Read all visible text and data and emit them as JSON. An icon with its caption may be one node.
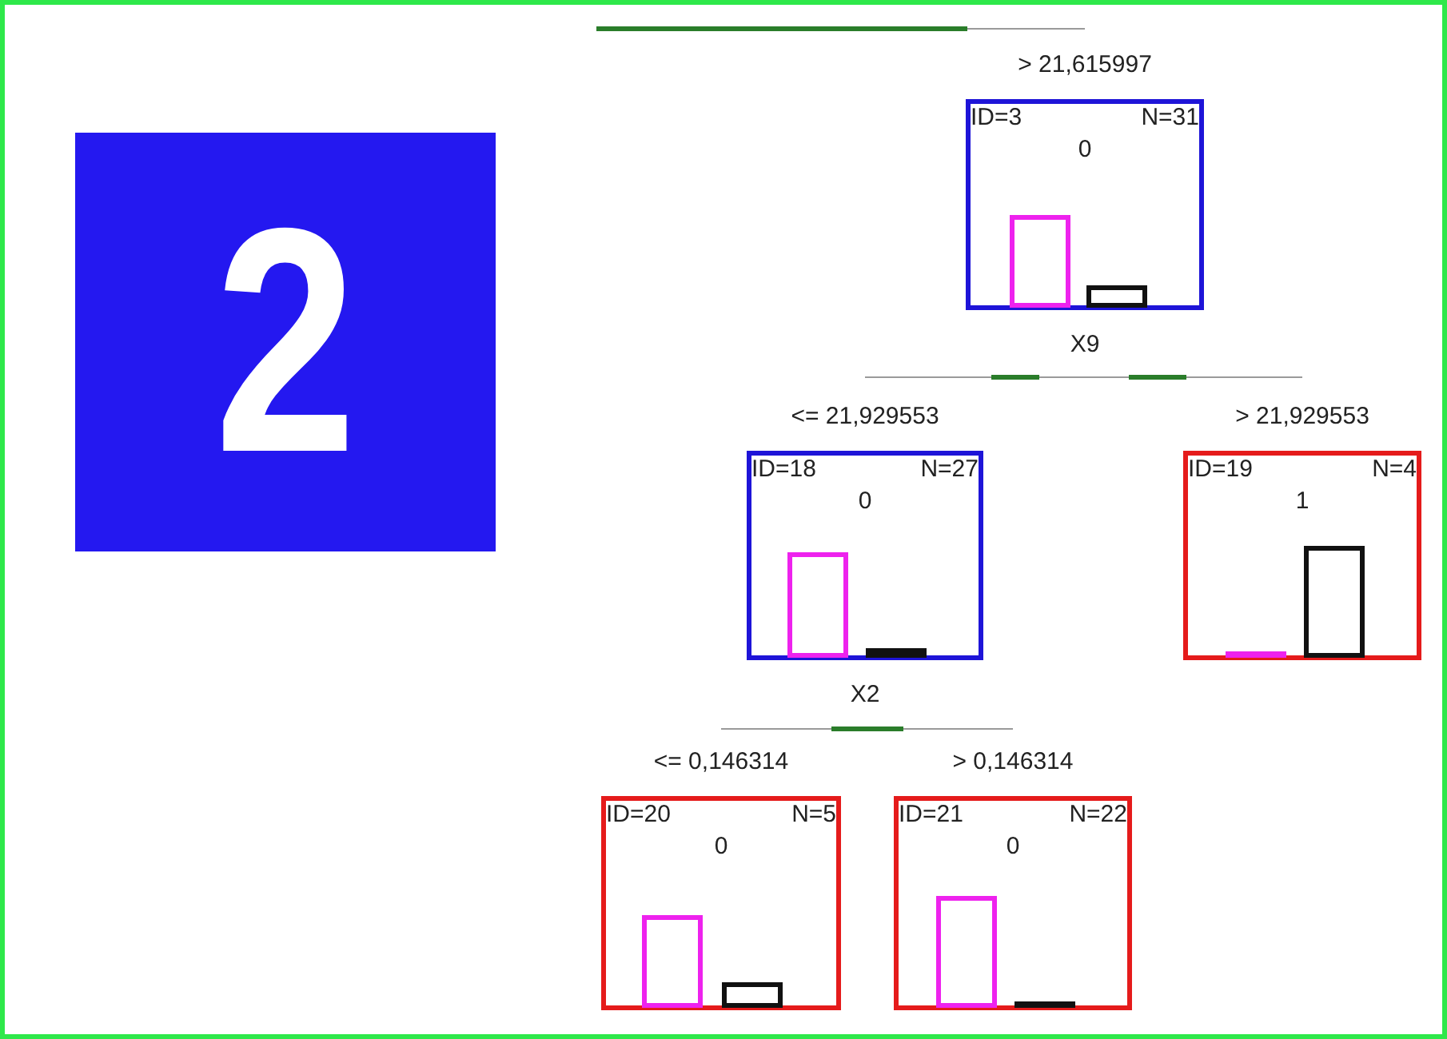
{
  "diagram": {
    "nodes": [
      {
        "text": [
          "2"
        ]
      },
      {
        "text": [
          "ID=3",
          "N=31",
          "0"
        ],
        "beside": [
          "> 21,615997",
          "X9"
        ]
      },
      {
        "text": [
          "ID=18",
          "N=27",
          "0"
        ],
        "beside": [
          "<= 21,929553",
          "X2"
        ]
      },
      {
        "text": [
          "ID=19",
          "N=4",
          "1"
        ],
        "beside": [
          "> 21,929553"
        ]
      },
      {
        "text": [
          "ID=20",
          "N=5",
          "0"
        ],
        "beside": [
          "<= 0,146314"
        ]
      },
      {
        "text": [
          "ID=21",
          "N=22",
          "0"
        ],
        "beside": [
          "> 0,146314"
        ]
      }
    ],
    "edges": [
      {
        "from": null,
        "to": 1,
        "arrow": "none"
      },
      {
        "from": 1,
        "to": 2,
        "arrow": "none"
      },
      {
        "from": 1,
        "to": 3,
        "arrow": "none"
      },
      {
        "from": 2,
        "to": 4,
        "arrow": "none"
      },
      {
        "from": 2,
        "to": 5,
        "arrow": "none"
      }
    ]
  }
}
